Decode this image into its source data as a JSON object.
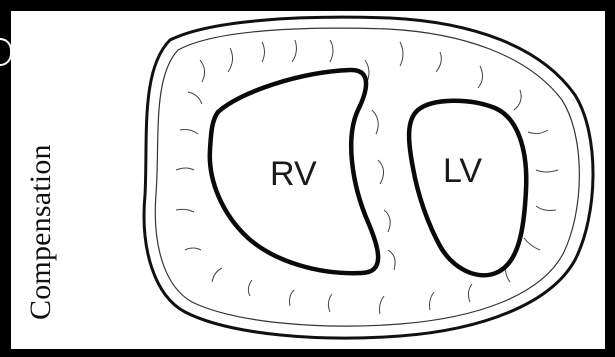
{
  "figure": {
    "side_label": "Compensation",
    "chambers": {
      "right_ventricle": "RV",
      "left_ventricle": "LV"
    },
    "colors": {
      "frame": "#000000",
      "background": "#ffffff",
      "ink": "#111111"
    }
  }
}
